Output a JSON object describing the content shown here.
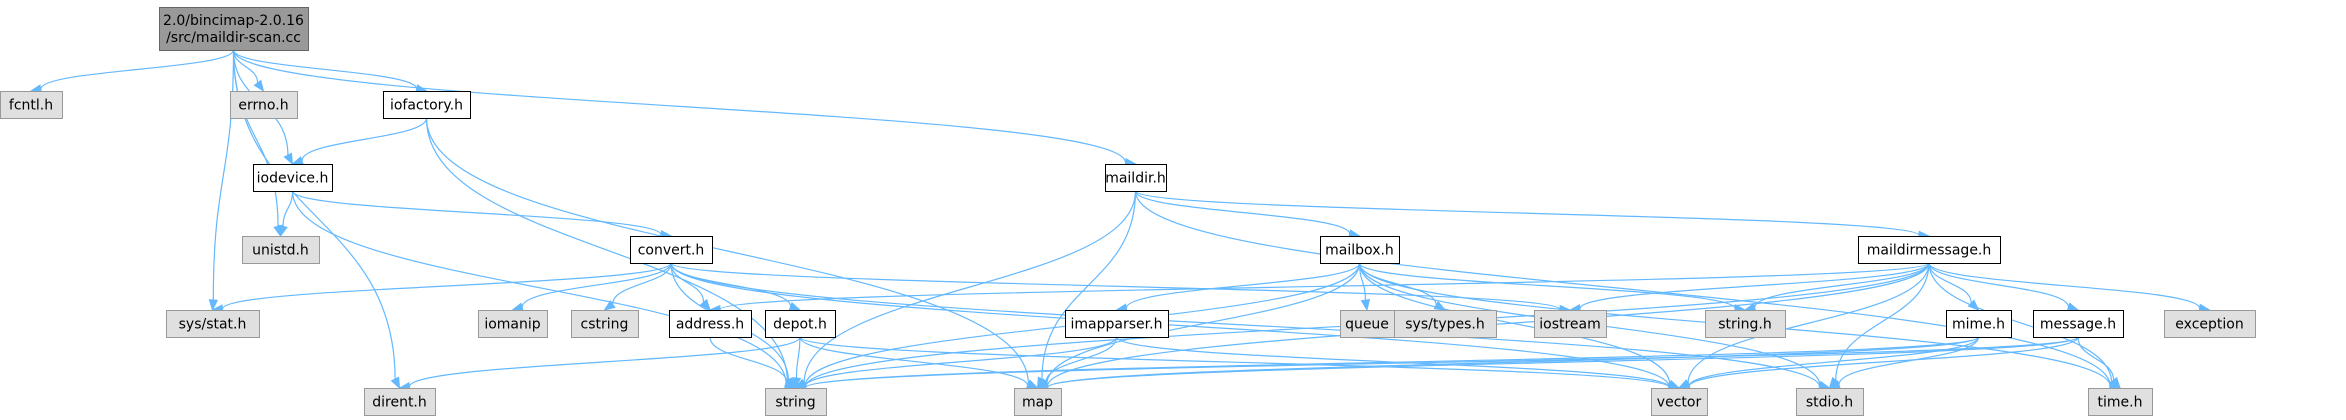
{
  "colors": {
    "edge": "#63b8ff",
    "root_fill": "#999999",
    "root_stroke": "#666666",
    "doc_fill": "#ffffff",
    "doc_stroke": "#000000",
    "sys_fill": "#e0e0e0",
    "sys_stroke": "#999999"
  },
  "nodes": [
    {
      "id": "root",
      "lines": [
        "2.0/bincimap-2.0.16",
        "/src/maildir-scan.cc"
      ],
      "kind": "root"
    },
    {
      "id": "fcntl",
      "lines": [
        "fcntl.h"
      ],
      "kind": "system"
    },
    {
      "id": "errno",
      "lines": [
        "errno.h"
      ],
      "kind": "system"
    },
    {
      "id": "iofactory",
      "lines": [
        "iofactory.h"
      ],
      "kind": "documented"
    },
    {
      "id": "iodevice",
      "lines": [
        "iodevice.h"
      ],
      "kind": "documented"
    },
    {
      "id": "maildir",
      "lines": [
        "maildir.h"
      ],
      "kind": "documented"
    },
    {
      "id": "unistd",
      "lines": [
        "unistd.h"
      ],
      "kind": "system"
    },
    {
      "id": "convert",
      "lines": [
        "convert.h"
      ],
      "kind": "documented"
    },
    {
      "id": "mailbox",
      "lines": [
        "mailbox.h"
      ],
      "kind": "documented"
    },
    {
      "id": "maildirmessage",
      "lines": [
        "maildirmessage.h"
      ],
      "kind": "documented"
    },
    {
      "id": "sysstat",
      "lines": [
        "sys/stat.h"
      ],
      "kind": "system"
    },
    {
      "id": "iomanip",
      "lines": [
        "iomanip"
      ],
      "kind": "system"
    },
    {
      "id": "cstring",
      "lines": [
        "cstring"
      ],
      "kind": "system"
    },
    {
      "id": "address",
      "lines": [
        "address.h"
      ],
      "kind": "documented"
    },
    {
      "id": "depot",
      "lines": [
        "depot.h"
      ],
      "kind": "documented"
    },
    {
      "id": "imapparser",
      "lines": [
        "imapparser.h"
      ],
      "kind": "documented"
    },
    {
      "id": "queue",
      "lines": [
        "queue"
      ],
      "kind": "system"
    },
    {
      "id": "systypes",
      "lines": [
        "sys/types.h"
      ],
      "kind": "system"
    },
    {
      "id": "iostream",
      "lines": [
        "iostream"
      ],
      "kind": "system"
    },
    {
      "id": "stringh",
      "lines": [
        "string.h"
      ],
      "kind": "system"
    },
    {
      "id": "mime",
      "lines": [
        "mime.h"
      ],
      "kind": "documented"
    },
    {
      "id": "message",
      "lines": [
        "message.h"
      ],
      "kind": "documented"
    },
    {
      "id": "exception",
      "lines": [
        "exception"
      ],
      "kind": "system"
    },
    {
      "id": "dirent",
      "lines": [
        "dirent.h"
      ],
      "kind": "system"
    },
    {
      "id": "string",
      "lines": [
        "string"
      ],
      "kind": "system"
    },
    {
      "id": "map",
      "lines": [
        "map"
      ],
      "kind": "system"
    },
    {
      "id": "vector",
      "lines": [
        "vector"
      ],
      "kind": "system"
    },
    {
      "id": "stdio",
      "lines": [
        "stdio.h"
      ],
      "kind": "system"
    },
    {
      "id": "timeh",
      "lines": [
        "time.h"
      ],
      "kind": "system"
    }
  ],
  "edges": [
    [
      "root",
      "fcntl"
    ],
    [
      "root",
      "errno"
    ],
    [
      "root",
      "iofactory"
    ],
    [
      "root",
      "iodevice"
    ],
    [
      "root",
      "maildir"
    ],
    [
      "root",
      "unistd"
    ],
    [
      "root",
      "sysstat"
    ],
    [
      "root",
      "dirent"
    ],
    [
      "iofactory",
      "iodevice"
    ],
    [
      "iofactory",
      "string"
    ],
    [
      "iofactory",
      "map"
    ],
    [
      "iodevice",
      "unistd"
    ],
    [
      "iodevice",
      "convert"
    ],
    [
      "iodevice",
      "string"
    ],
    [
      "maildir",
      "string"
    ],
    [
      "maildir",
      "map"
    ],
    [
      "maildir",
      "mailbox"
    ],
    [
      "maildir",
      "maildirmessage"
    ],
    [
      "maildir",
      "timeh"
    ],
    [
      "convert",
      "sysstat"
    ],
    [
      "convert",
      "iomanip"
    ],
    [
      "convert",
      "cstring"
    ],
    [
      "convert",
      "address"
    ],
    [
      "convert",
      "depot"
    ],
    [
      "convert",
      "string"
    ],
    [
      "convert",
      "iostream"
    ],
    [
      "convert",
      "vector"
    ],
    [
      "convert",
      "stdio"
    ],
    [
      "mailbox",
      "string"
    ],
    [
      "mailbox",
      "map"
    ],
    [
      "mailbox",
      "imapparser"
    ],
    [
      "mailbox",
      "queue"
    ],
    [
      "mailbox",
      "systypes"
    ],
    [
      "mailbox",
      "vector"
    ],
    [
      "mailbox",
      "stringh"
    ],
    [
      "mailbox",
      "stdio"
    ],
    [
      "mailbox",
      "timeh"
    ],
    [
      "maildirmessage",
      "address"
    ],
    [
      "maildirmessage",
      "string"
    ],
    [
      "maildirmessage",
      "map"
    ],
    [
      "maildirmessage",
      "vector"
    ],
    [
      "maildirmessage",
      "iostream"
    ],
    [
      "maildirmessage",
      "stringh"
    ],
    [
      "maildirmessage",
      "mime"
    ],
    [
      "maildirmessage",
      "message"
    ],
    [
      "maildirmessage",
      "exception"
    ],
    [
      "maildirmessage",
      "stdio"
    ],
    [
      "maildirmessage",
      "timeh"
    ],
    [
      "address",
      "string"
    ],
    [
      "depot",
      "dirent"
    ],
    [
      "depot",
      "string"
    ],
    [
      "depot",
      "map"
    ],
    [
      "depot",
      "vector"
    ],
    [
      "imapparser",
      "string"
    ],
    [
      "imapparser",
      "map"
    ],
    [
      "imapparser",
      "vector"
    ],
    [
      "mime",
      "string"
    ],
    [
      "mime",
      "map"
    ],
    [
      "mime",
      "vector"
    ],
    [
      "mime",
      "stdio"
    ],
    [
      "message",
      "string"
    ],
    [
      "message",
      "map"
    ],
    [
      "message",
      "vector"
    ],
    [
      "message",
      "timeh"
    ]
  ]
}
